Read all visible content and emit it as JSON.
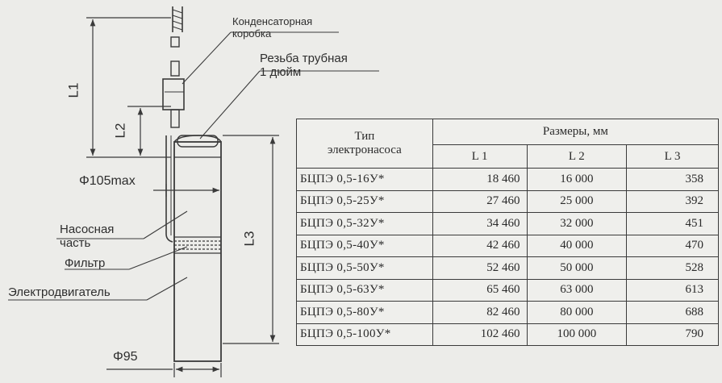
{
  "diagram": {
    "labels": {
      "capacitor_box": [
        "Конденсаторная",
        "коробка"
      ],
      "pipe_thread": [
        "Резьба трубная",
        "1 дюйм"
      ],
      "pump_part": [
        "Насосная",
        "часть"
      ],
      "filter": "Фильтр",
      "motor": "Электродвигатель"
    },
    "dimensions": {
      "L1": "L1",
      "L2": "L2",
      "L3": "L3",
      "phi105": "Φ105max",
      "phi95": "Φ95"
    }
  },
  "table": {
    "header_type": [
      "Тип",
      "электронасоса"
    ],
    "header_sizes": "Размеры, мм",
    "col_L1": "L 1",
    "col_L2": "L 2",
    "col_L3": "L 3",
    "rows": [
      {
        "type": "БЦПЭ 0,5-16У*",
        "L1": "18 460",
        "L2": "16 000",
        "L3": "358"
      },
      {
        "type": "БЦПЭ 0,5-25У*",
        "L1": "27 460",
        "L2": "25 000",
        "L3": "392"
      },
      {
        "type": "БЦПЭ 0,5-32У*",
        "L1": "34 460",
        "L2": "32 000",
        "L3": "451"
      },
      {
        "type": "БЦПЭ 0,5-40У*",
        "L1": "42 460",
        "L2": "40 000",
        "L3": "470"
      },
      {
        "type": "БЦПЭ 0,5-50У*",
        "L1": "52 460",
        "L2": "50 000",
        "L3": "528"
      },
      {
        "type": "БЦПЭ 0,5-63У*",
        "L1": "65 460",
        "L2": "63 000",
        "L3": "613"
      },
      {
        "type": "БЦПЭ 0,5-80У*",
        "L1": "82 460",
        "L2": "80 000",
        "L3": "688"
      },
      {
        "type": "БЦПЭ 0,5-100У*",
        "L1": "102 460",
        "L2": "100 000",
        "L3": "790"
      }
    ]
  }
}
